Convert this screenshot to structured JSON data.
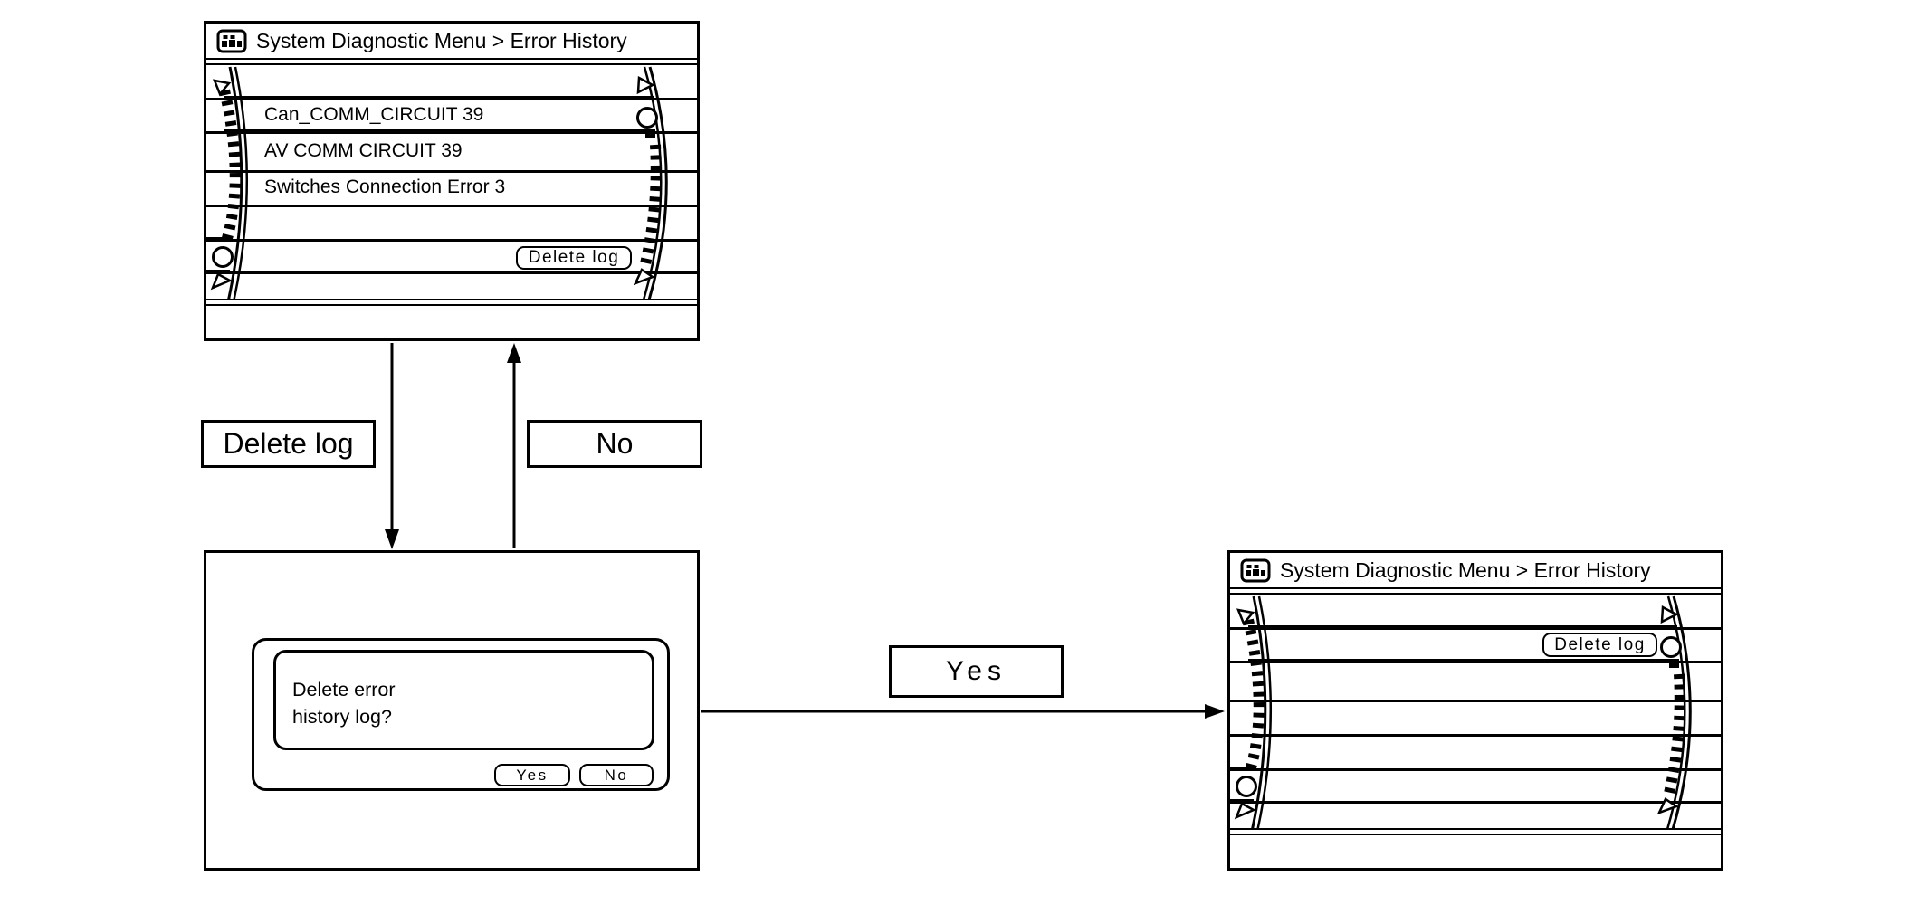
{
  "screen_before": {
    "title": "System Diagnostic Menu > Error History",
    "items": [
      "Can_COMM_CIRCUIT 39",
      "AV COMM CIRCUIT 39",
      "Switches Connection Error 3"
    ],
    "delete_button": "Delete log"
  },
  "dialog": {
    "message_line1": "Delete error",
    "message_line2": "history log?",
    "yes_button": "Yes",
    "no_button": "No"
  },
  "screen_after": {
    "title": "System Diagnostic Menu > Error History",
    "delete_button": "Delete log"
  },
  "transition_labels": {
    "delete_log": "Delete log",
    "no": "No",
    "yes": "Yes"
  },
  "colors": {
    "ink": "#000000",
    "background": "#ffffff"
  }
}
